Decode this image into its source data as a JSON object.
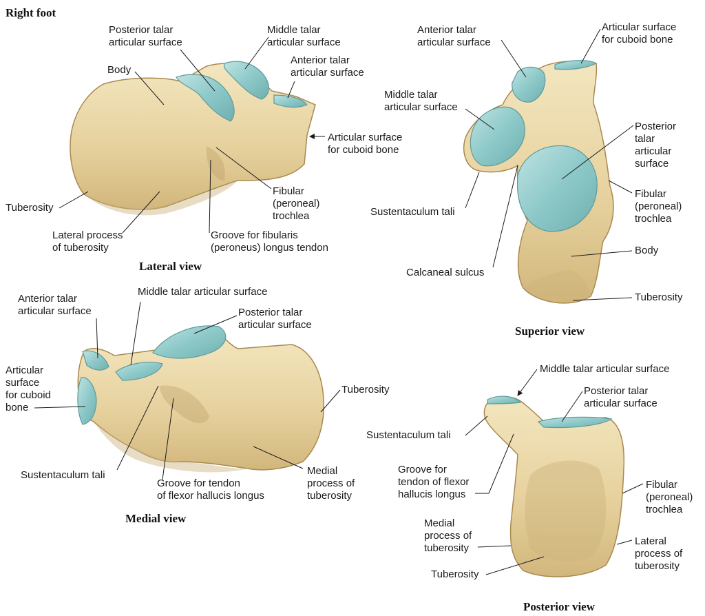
{
  "title": "Right foot",
  "views": {
    "lateral": {
      "title": "Lateral view",
      "labels": {
        "posterior_talar": [
          "Posterior talar",
          "articular surface"
        ],
        "middle_talar": [
          "Middle talar",
          "articular surface"
        ],
        "anterior_talar": [
          "Anterior talar",
          "articular surface"
        ],
        "body": [
          "Body"
        ],
        "cuboid": [
          "Articular surface",
          "for cuboid bone"
        ],
        "tuberosity": [
          "Tuberosity"
        ],
        "lateral_process": [
          "Lateral process",
          "of tuberosity"
        ],
        "fibular_trochlea": [
          "Fibular",
          "(peroneal)",
          "trochlea"
        ],
        "groove_fibularis": [
          "Groove for fibularis",
          "(peroneus) longus tendon"
        ]
      }
    },
    "superior": {
      "title": "Superior view",
      "labels": {
        "anterior_talar": [
          "Anterior talar",
          "articular surface"
        ],
        "cuboid": [
          "Articular surface",
          "for cuboid bone"
        ],
        "middle_talar": [
          "Middle talar",
          "articular surface"
        ],
        "posterior_talar": [
          "Posterior",
          "talar",
          "articular",
          "surface"
        ],
        "fibular_trochlea": [
          "Fibular",
          "(peroneal)",
          "trochlea"
        ],
        "sustentaculum": [
          "Sustentaculum tali"
        ],
        "body": [
          "Body"
        ],
        "calcaneal_sulcus": [
          "Calcaneal sulcus"
        ],
        "tuberosity": [
          "Tuberosity"
        ]
      }
    },
    "medial": {
      "title": "Medial view",
      "labels": {
        "anterior_talar": [
          "Anterior talar",
          "articular surface"
        ],
        "middle_talar": [
          "Middle talar articular surface"
        ],
        "posterior_talar": [
          "Posterior talar",
          "articular surface"
        ],
        "cuboid": [
          "Articular",
          "surface",
          "for cuboid",
          "bone"
        ],
        "tuberosity": [
          "Tuberosity"
        ],
        "sustentaculum": [
          "Sustentaculum tali"
        ],
        "groove_fhl": [
          "Groove for tendon",
          "of flexor hallucis longus"
        ],
        "medial_process": [
          "Medial",
          "process of",
          "tuberosity"
        ]
      }
    },
    "posterior": {
      "title": "Posterior view",
      "labels": {
        "middle_talar": [
          "Middle talar articular surface"
        ],
        "posterior_talar": [
          "Posterior talar",
          "articular surface"
        ],
        "sustentaculum": [
          "Sustentaculum tali"
        ],
        "groove_fhl": [
          "Groove for",
          "tendon of flexor",
          "hallucis longus"
        ],
        "fibular_trochlea": [
          "Fibular",
          "(peroneal)",
          "trochlea"
        ],
        "medial_process": [
          "Medial",
          "process of",
          "tuberosity"
        ],
        "lateral_process": [
          "Lateral",
          "process of",
          "tuberosity"
        ],
        "tuberosity": [
          "Tuberosity"
        ]
      }
    }
  },
  "colors": {
    "bone": "#e9d8a8",
    "bone_shadow": "#c9ad72",
    "cartilage": "#8ec9c9",
    "text": "#1a1a1a"
  }
}
